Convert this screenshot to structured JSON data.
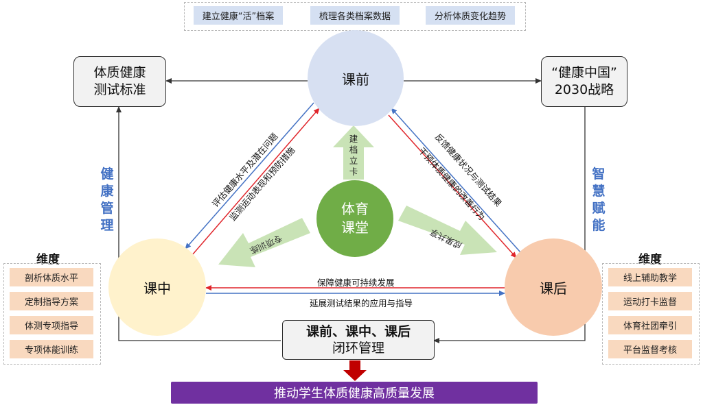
{
  "top_items": [
    "建立健康“活”档案",
    "梳理各类档案数据",
    "分析体质变化趋势"
  ],
  "nodes": {
    "pre": "课前",
    "during": "课中",
    "post": "课后",
    "center_line1": "体育",
    "center_line2": "课堂"
  },
  "left_box": {
    "line1": "体质健康",
    "line2": "测试标准"
  },
  "right_box": {
    "line1": "“健康中国”",
    "line2": "2030战略"
  },
  "bottom_box": {
    "line1": "课前、课中、课后",
    "line2": "闭环管理"
  },
  "banner": "推动学生体质健康高质量发展",
  "side_labels": {
    "left": "健康管理",
    "right": "智慧赋能"
  },
  "left_panel": {
    "title": "维度",
    "items": [
      "剖析体质水平",
      "定制指导方案",
      "体测专项指导",
      "专项体能训练"
    ]
  },
  "right_panel": {
    "title": "维度",
    "items": [
      "线上辅助教学",
      "运动打卡监督",
      "体育社团牵引",
      "平台监督考核"
    ]
  },
  "edge_labels": {
    "left_outer": "评估健康水平及潜在问题",
    "left_inner": "监测运动表现和预防措施",
    "right_outer": "反馈健康状况与测试结果",
    "right_inner": "干预体质健康的改善行为",
    "bottom_upper": "保障健康可持续发展",
    "bottom_lower": "延展测试结果的应用与指导"
  },
  "center_arrows": {
    "up": "建档立卡",
    "left": "专项训练",
    "right": "成果共享"
  },
  "colors": {
    "blue_line": "#4472c4",
    "red_line": "#e0252b",
    "green": "#70ad47",
    "pre_circle": "#d7e0f2",
    "during_circle": "#fff2cc",
    "post_circle": "#f8cbad",
    "banner": "#7030a0"
  }
}
